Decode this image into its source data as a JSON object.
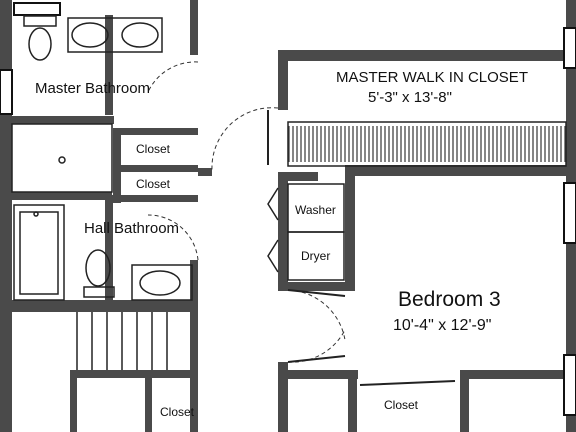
{
  "rooms": {
    "master_bathroom": "Master Bathroom",
    "hall_bathroom": "Hall Bathroom",
    "master_closet_title": "MASTER WALK IN CLOSET",
    "master_closet_dims": "5'-3\" x 13'-8\"",
    "bedroom3_title": "Bedroom 3",
    "bedroom3_dims": "10'-4\" x 12'-9\""
  },
  "fixtures": {
    "washer": "Washer",
    "dryer": "Dryer"
  },
  "closets": {
    "closet_upper": "Closet",
    "closet_lower": "Closet",
    "closet_stair": "Closet",
    "closet_bedroom": "Closet"
  },
  "colors": {
    "wall": "#4a4a4a",
    "line": "#222222",
    "paper": "#ffffff"
  }
}
